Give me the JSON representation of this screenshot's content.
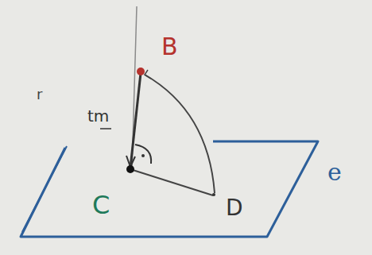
{
  "diagram": {
    "labels": [
      "B",
      "tm",
      "C",
      "D",
      "e",
      "r"
    ]
  }
}
